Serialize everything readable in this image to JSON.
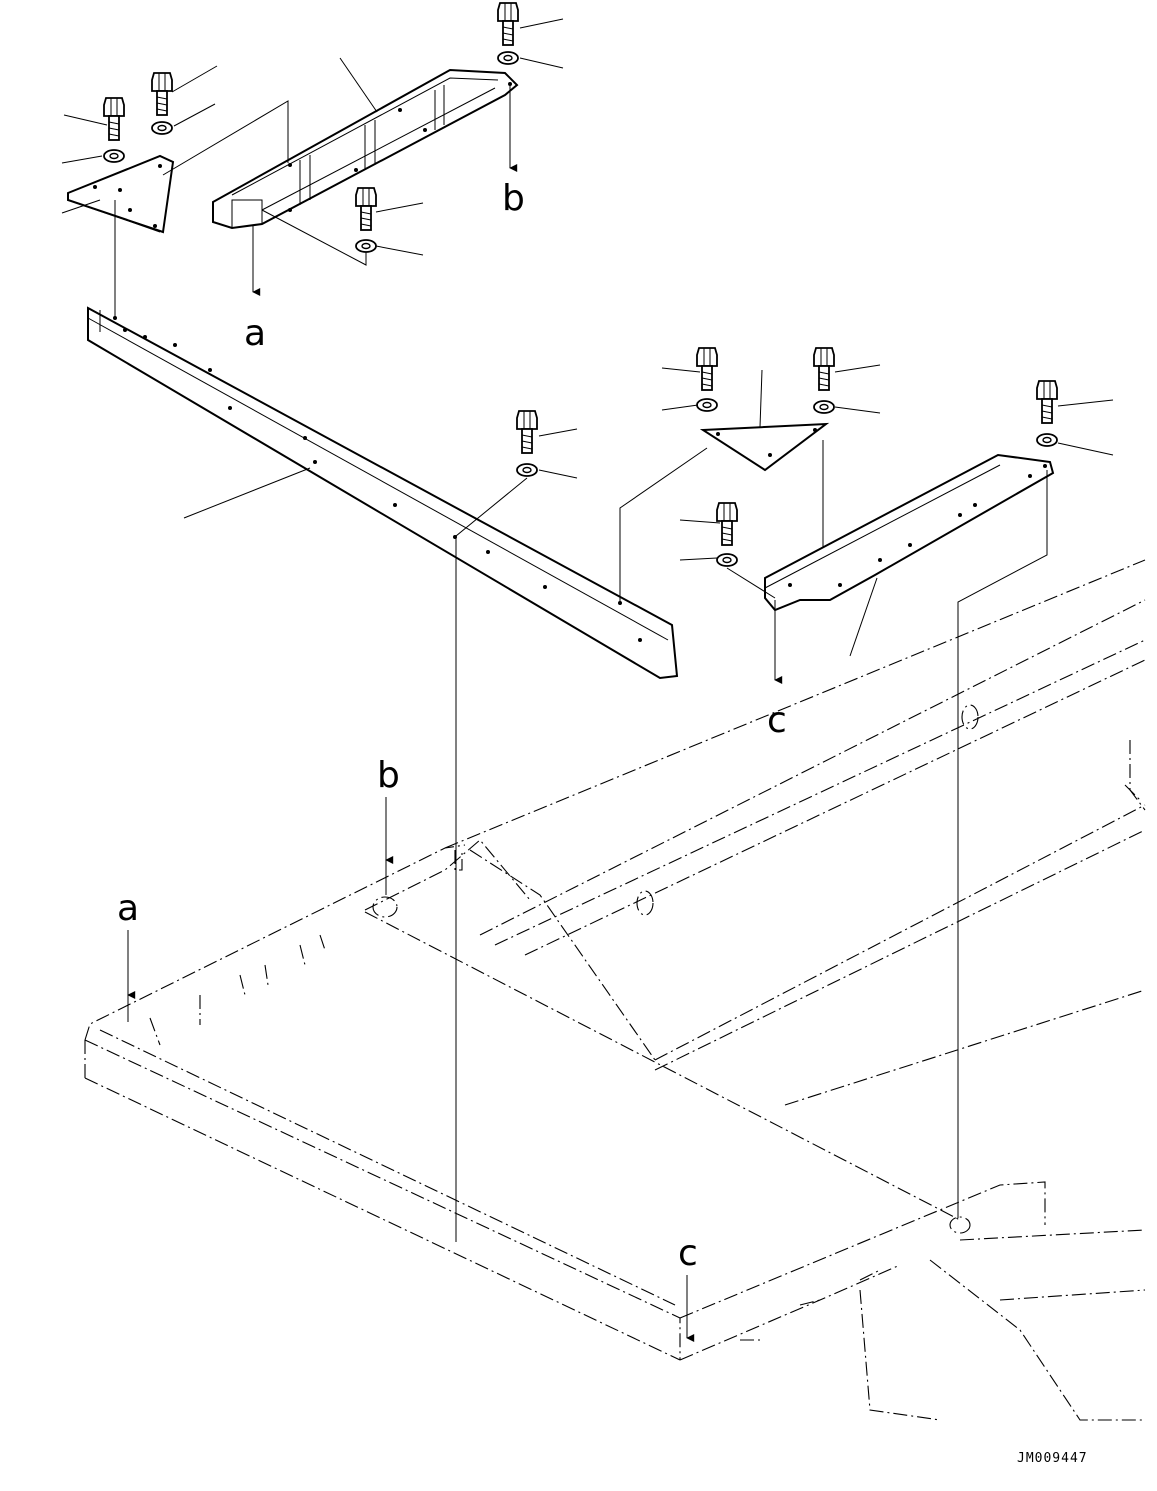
{
  "diagram": {
    "labels": {
      "a_top": "a",
      "b_top": "b",
      "c_top": "c",
      "a_bottom": "a",
      "b_bottom": "b",
      "c_bottom": "c"
    },
    "drawing_code": "JM009447"
  }
}
